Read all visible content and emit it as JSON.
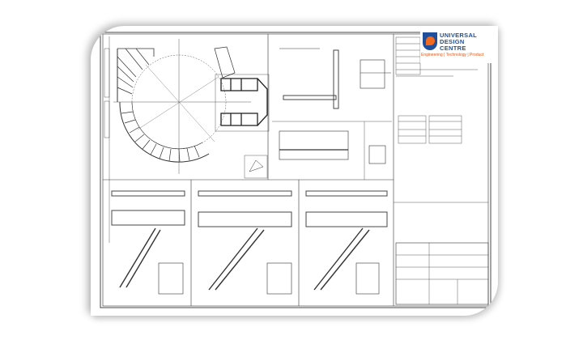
{
  "logo": {
    "line1": "UNIVERSAL",
    "line2": "DESIGN",
    "line3": "CENTRE",
    "tagline": "Engineering | Technology | Product",
    "colors": {
      "blue": "#1f4f9a",
      "orange": "#f26a1f"
    }
  }
}
